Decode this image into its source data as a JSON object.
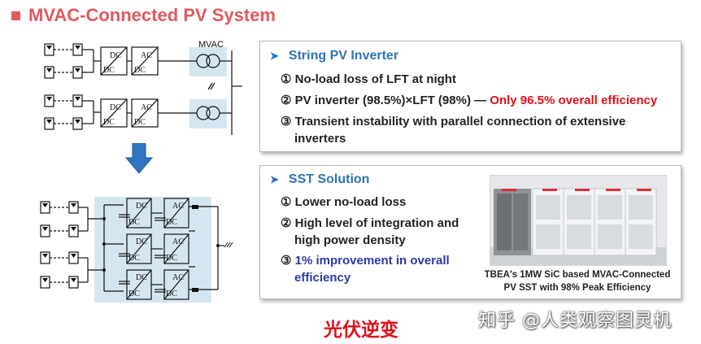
{
  "title": "MVAC-Connected PV System",
  "diagram": {
    "mvac_label": "MVAC",
    "dc": "DC",
    "ac": "AC"
  },
  "string_box": {
    "heading": "String PV Inverter",
    "items": [
      {
        "num": "①",
        "text": "No-load loss of LFT at night"
      },
      {
        "num": "②",
        "text": "PV inverter (98.5%)×LFT (98%) — ",
        "highlight": "Only 96.5% overall efficiency"
      },
      {
        "num": "③",
        "text": "Transient instability with parallel connection of extensive",
        "text2": "inverters"
      }
    ]
  },
  "sst_box": {
    "heading": "SST Solution",
    "items": [
      {
        "num": "①",
        "text": "Lower no-load loss"
      },
      {
        "num": "②",
        "text": "High level of integration and",
        "text2": "high power density"
      },
      {
        "num": "③",
        "text": "1% improvement in overall",
        "text2": "efficiency"
      }
    ],
    "caption_line1": "TBEA's 1MW SiC based MVAC-Connected",
    "caption_line2": "PV SST with 98% Peak Efficiency"
  },
  "bottom_label": "光伏逆变",
  "watermark": "知乎 @人类观察图灵机",
  "colors": {
    "title": "#e2585f",
    "heading": "#2e74b5",
    "highlight_red": "#e0101a",
    "highlight_blue": "#2c3aa8",
    "diagram_bg": "#d6e6f1",
    "arrow": "#2f74c0"
  }
}
